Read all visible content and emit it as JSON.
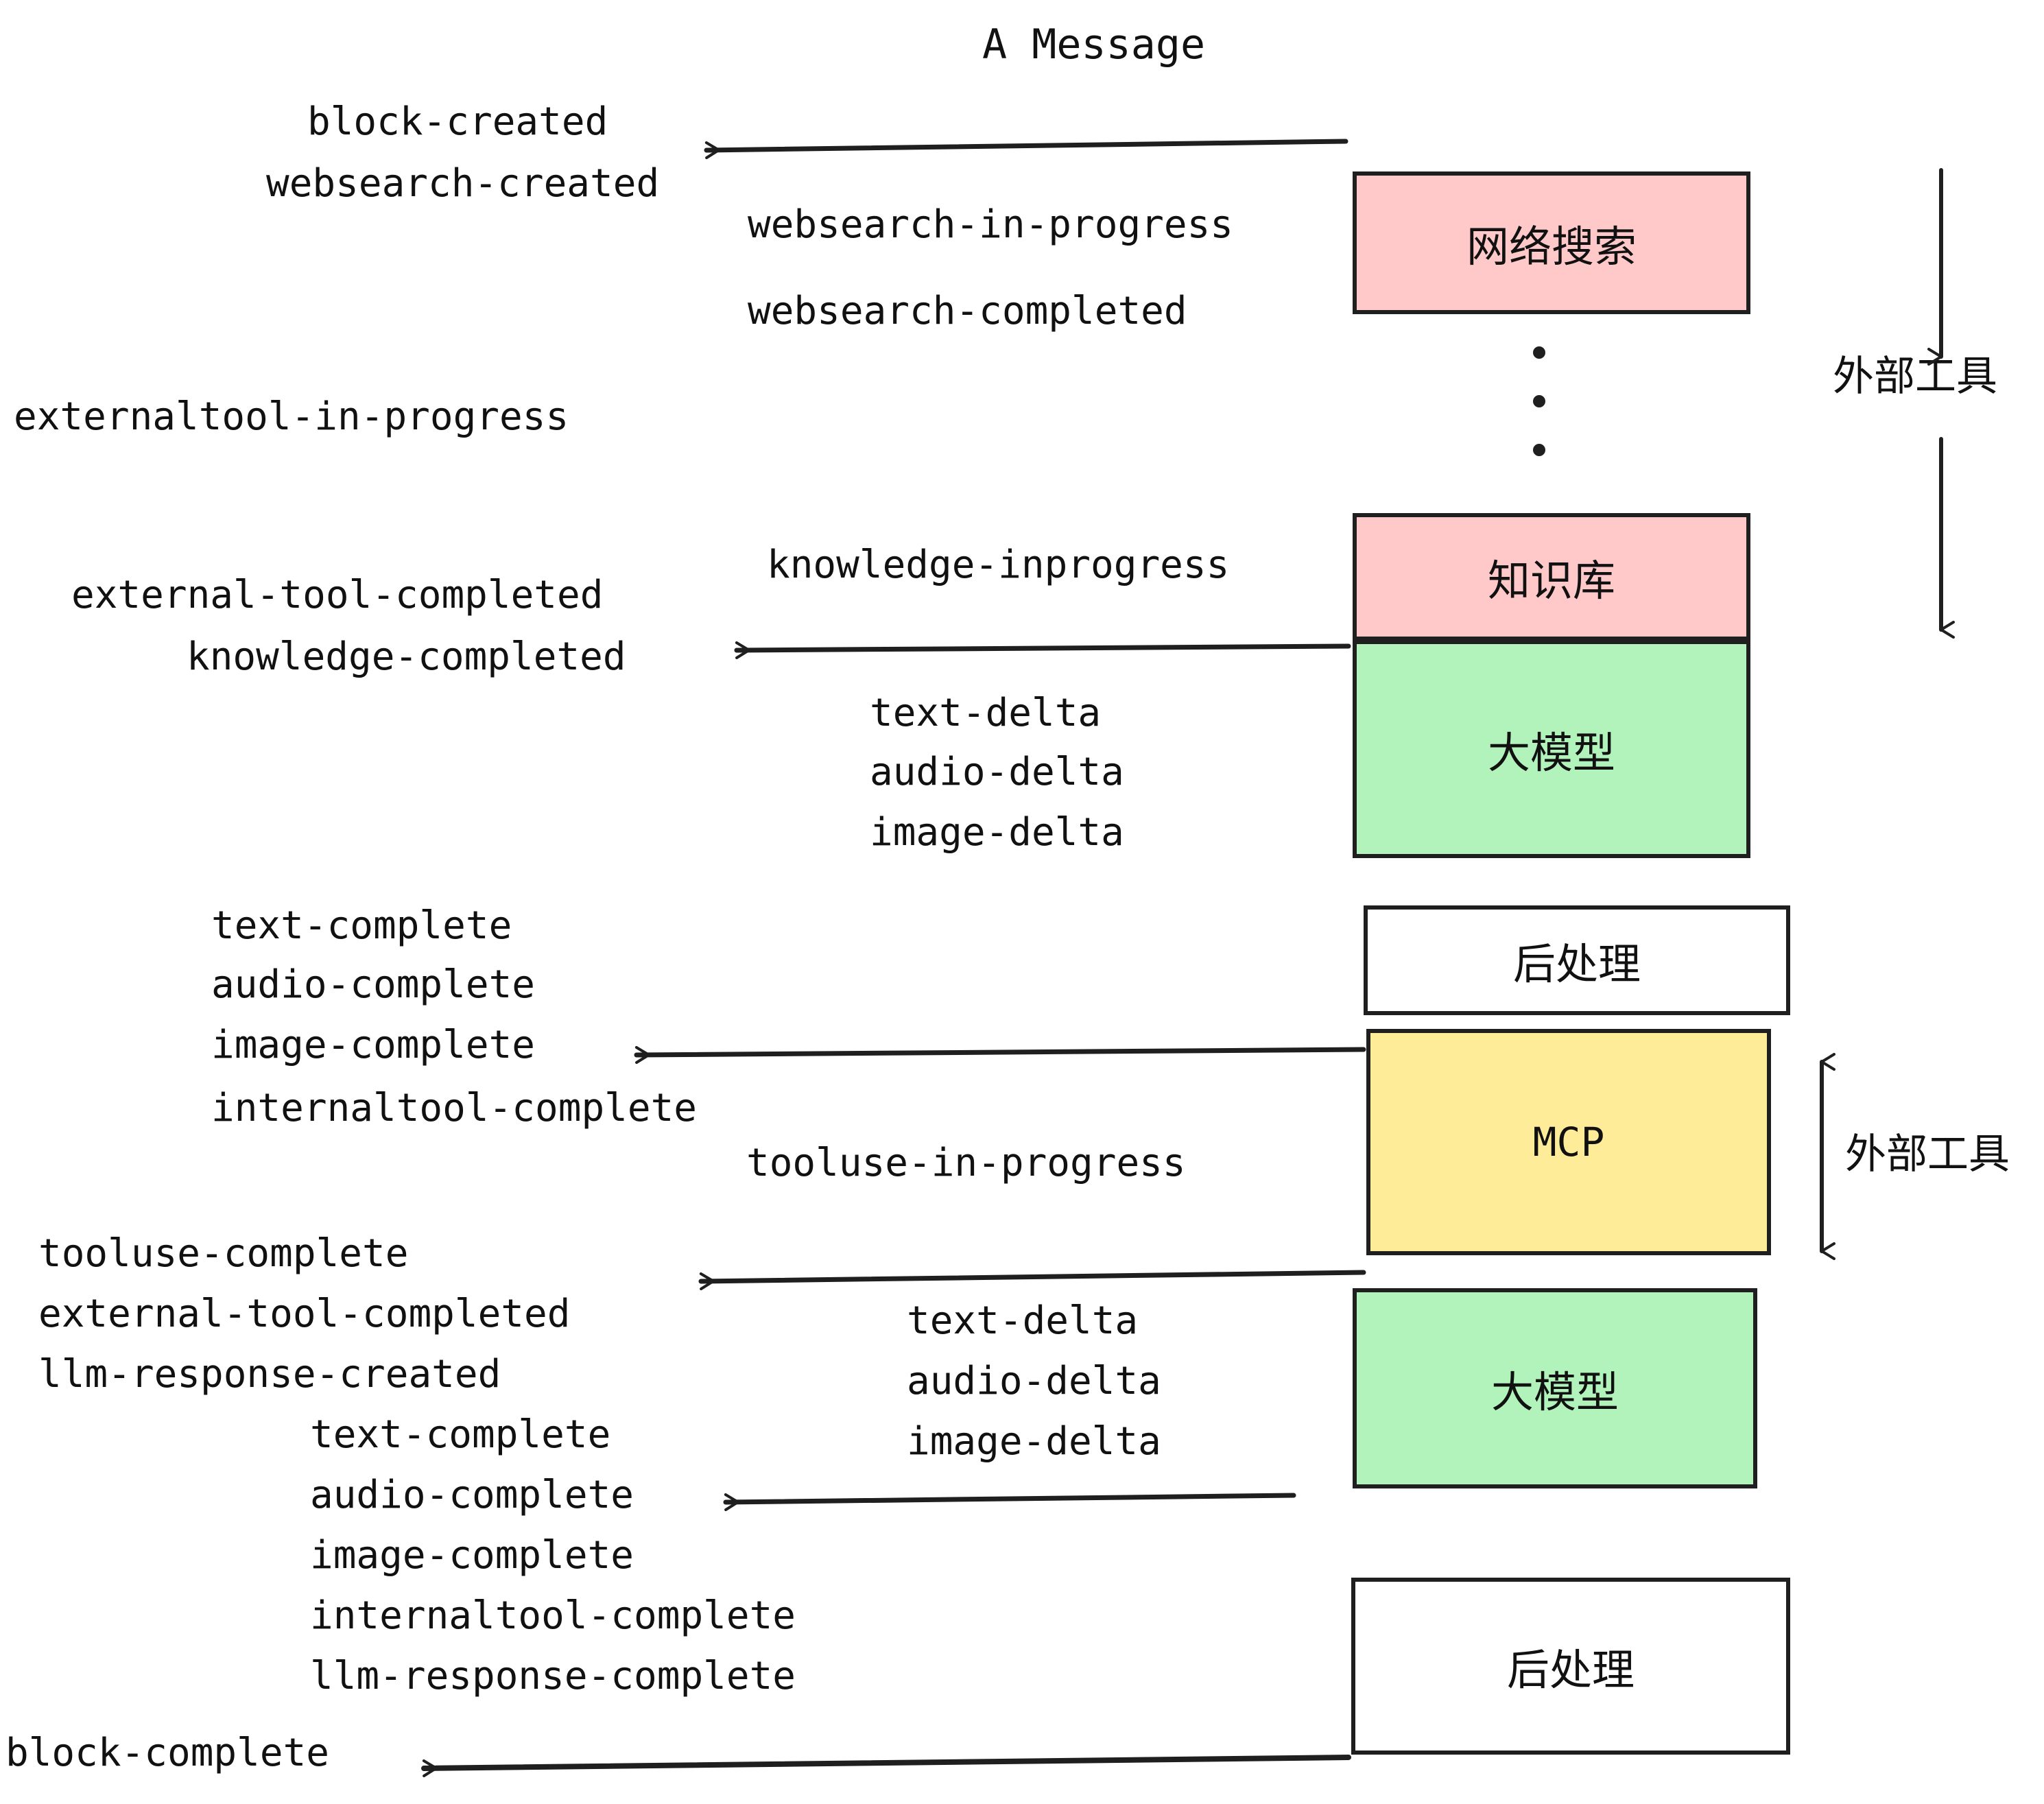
{
  "title": "A Message",
  "colors": {
    "pink": "#FFC9C9",
    "green": "#B2F2BB",
    "yellow": "#FFEC99",
    "white": "#FFFFFF",
    "stroke": "#1F1F1F",
    "text": "#111111"
  },
  "nodes": [
    {
      "id": "websearch",
      "label": "网络搜索",
      "fill": "#FFC9C9"
    },
    {
      "id": "knowledge",
      "label": "知识库",
      "fill": "#FFC9C9"
    },
    {
      "id": "llm-1",
      "label": "大模型",
      "fill": "#B2F2BB"
    },
    {
      "id": "postprocess-1",
      "label": "后处理",
      "fill": "#FFFFFF"
    },
    {
      "id": "mcp",
      "label": "MCP",
      "fill": "#FFEC99"
    },
    {
      "id": "llm-2",
      "label": "大模型",
      "fill": "#B2F2BB"
    },
    {
      "id": "postprocess-2",
      "label": "后处理",
      "fill": "#FFFFFF"
    }
  ],
  "side_labels": [
    {
      "id": "external-tools-top",
      "label": "外部工具"
    },
    {
      "id": "external-tools-bottom",
      "label": "外部工具"
    }
  ],
  "events": [
    {
      "id": "block-created",
      "label": "block-created"
    },
    {
      "id": "websearch-created",
      "label": "websearch-created"
    },
    {
      "id": "websearch-in-progress",
      "label": "websearch-in-progress"
    },
    {
      "id": "websearch-completed",
      "label": "websearch-completed"
    },
    {
      "id": "externaltool-in-progress",
      "label": "externaltool-in-progress"
    },
    {
      "id": "knowledge-inprogress",
      "label": "knowledge-inprogress"
    },
    {
      "id": "external-tool-completed-1",
      "label": "external-tool-completed"
    },
    {
      "id": "knowledge-completed",
      "label": "knowledge-completed"
    },
    {
      "id": "text-delta-1",
      "label": "text-delta"
    },
    {
      "id": "audio-delta-1",
      "label": "audio-delta"
    },
    {
      "id": "image-delta-1",
      "label": "image-delta"
    },
    {
      "id": "text-complete-1",
      "label": "text-complete"
    },
    {
      "id": "audio-complete-1",
      "label": "audio-complete"
    },
    {
      "id": "image-complete-1",
      "label": "image-complete"
    },
    {
      "id": "internaltool-complete-1",
      "label": "internaltool-complete"
    },
    {
      "id": "tooluse-in-progress",
      "label": "tooluse-in-progress"
    },
    {
      "id": "tooluse-complete",
      "label": "tooluse-complete"
    },
    {
      "id": "external-tool-completed-2",
      "label": "external-tool-completed"
    },
    {
      "id": "llm-response-created",
      "label": "llm-response-created"
    },
    {
      "id": "text-delta-2",
      "label": "text-delta"
    },
    {
      "id": "audio-delta-2",
      "label": "audio-delta"
    },
    {
      "id": "image-delta-2",
      "label": "image-delta"
    },
    {
      "id": "text-complete-2",
      "label": "text-complete"
    },
    {
      "id": "audio-complete-2",
      "label": "audio-complete"
    },
    {
      "id": "image-complete-2",
      "label": "image-complete"
    },
    {
      "id": "internaltool-complete-2",
      "label": "internaltool-complete"
    },
    {
      "id": "llm-response-complete",
      "label": "llm-response-complete"
    },
    {
      "id": "block-complete",
      "label": "block-complete"
    }
  ]
}
